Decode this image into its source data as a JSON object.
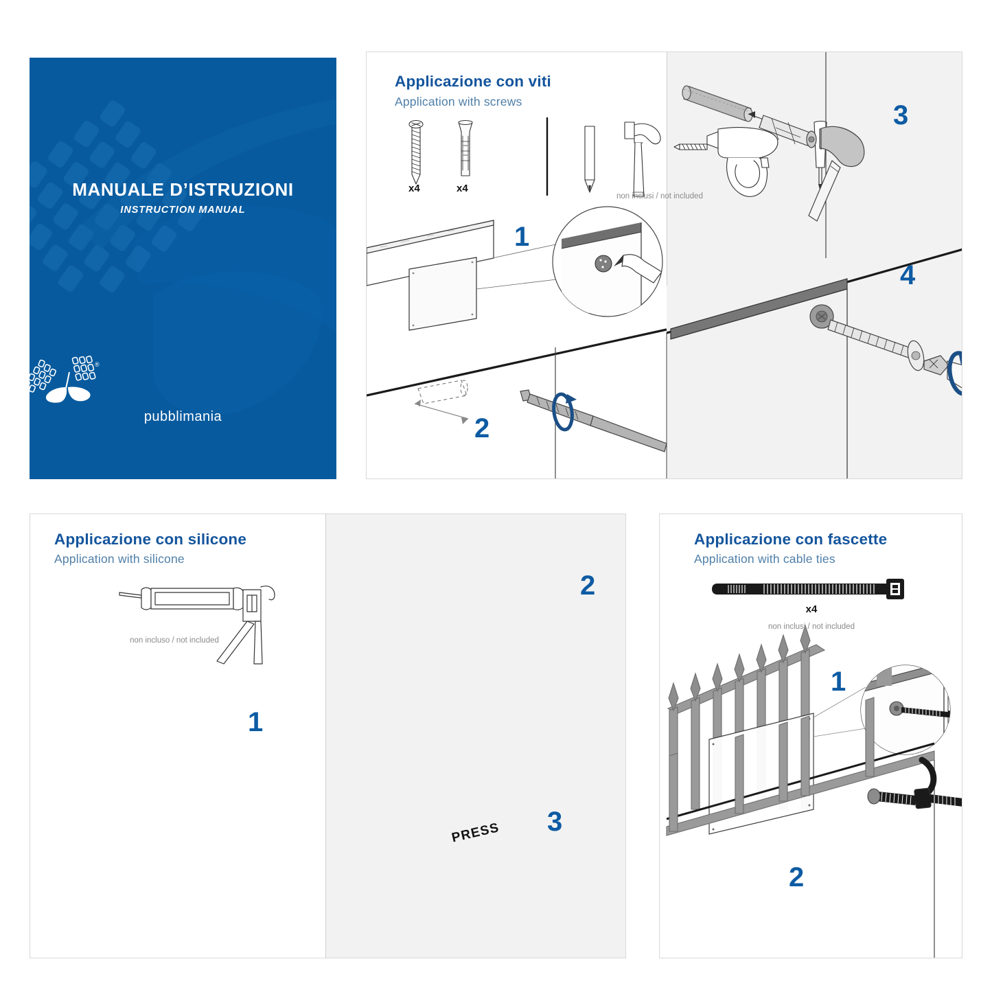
{
  "cover": {
    "title": "MANUALE D’ISTRUZIONI",
    "subtitle": "INSTRUCTION MANUAL",
    "brand": "pubblimania",
    "brand_mark": "®",
    "background_color": "#075a9e",
    "text_color": "#ffffff"
  },
  "colors": {
    "heading_italian": "#14559d",
    "heading_english": "#4f7fa8",
    "step_number": "#0d5ba3",
    "note_text": "#8a8a8a",
    "panel_border": "#d9d9d9",
    "scene_right_bg": "#f2f2f2",
    "metal_gray": "#9a9a9a",
    "cable_tie_black": "#1a1a1a"
  },
  "panels": [
    {
      "id": "screws",
      "title_it": "Applicazione con viti",
      "title_en": "Application with screws",
      "parts": [
        {
          "name": "screw",
          "qty": "x4"
        },
        {
          "name": "wall-plug",
          "qty": "x4"
        }
      ],
      "tools": [
        "pencil",
        "hammer",
        "drill-bit",
        "drill",
        "screwdriver"
      ],
      "not_included_note": "non inclusi / not included",
      "steps": [
        "1",
        "2",
        "3",
        "4"
      ]
    },
    {
      "id": "silicone",
      "title_it": "Applicazione con silicone",
      "title_en": "Application with silicone",
      "tools": [
        "caulking-gun"
      ],
      "not_included_note": "non incluso / not included",
      "steps": [
        "1",
        "2",
        "3"
      ],
      "press_label": "PRESS"
    },
    {
      "id": "cable-ties",
      "title_it": "Applicazione con fascette",
      "title_en": "Application with cable ties",
      "parts": [
        {
          "name": "cable-tie",
          "qty": "x4"
        }
      ],
      "not_included_note": "non inclusi / not included",
      "steps": [
        "1",
        "2"
      ]
    }
  ]
}
